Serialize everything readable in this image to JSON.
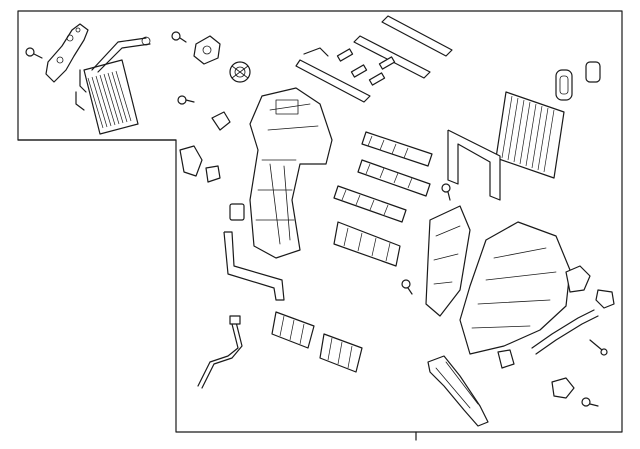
{
  "diagram": {
    "colors": {
      "line": "#1a1a1a",
      "background": "#ffffff"
    },
    "parts": [
      "inset-frame",
      "parts-boundary",
      "leader-tick",
      "heater-core",
      "heater-pipe-bracket",
      "heater-pipes",
      "evaporator-core",
      "hvac-case-left",
      "hvac-case-right",
      "blend-door-actuator",
      "mode-door-actuator",
      "temp-sensor",
      "filter-seal-strips",
      "foam-seals",
      "door-flaps",
      "drain-hose",
      "aspirator-duct",
      "screws"
    ]
  }
}
